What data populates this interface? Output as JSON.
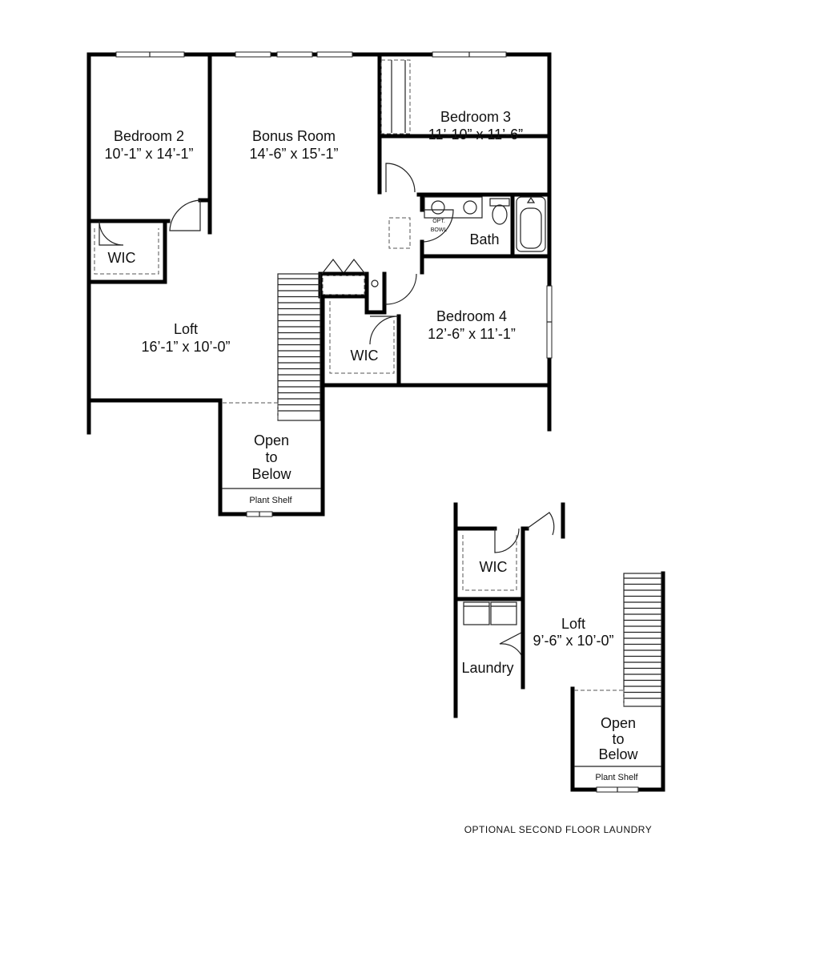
{
  "main_plan": {
    "bedroom2": {
      "name": "Bedroom 2",
      "size": "10’-1” x 14’-1”"
    },
    "bonus_room": {
      "name": "Bonus Room",
      "size": "14’-6” x 15’-1”"
    },
    "bedroom3": {
      "name": "Bedroom 3",
      "size": "11’-10” x 11’-6”"
    },
    "bath": {
      "name": "Bath",
      "fixture_note_1": "OPT.",
      "fixture_note_2": "BOWL"
    },
    "wic_left": {
      "name": "WIC"
    },
    "loft": {
      "name": "Loft",
      "size": "16’-1” x 10’-0”"
    },
    "wic_center": {
      "name": "WIC"
    },
    "bedroom4": {
      "name": "Bedroom 4",
      "size": "12’-6” x 11’-1”"
    },
    "open_to_below": {
      "line1": "Open",
      "line2": "to",
      "line3": "Below"
    },
    "plant_shelf": "Plant Shelf"
  },
  "optional_plan": {
    "wic": {
      "name": "WIC"
    },
    "loft": {
      "name": "Loft",
      "size": "9’-6” x 10’-0”"
    },
    "laundry": {
      "name": "Laundry"
    },
    "open_to_below": {
      "line1": "Open",
      "line2": "to",
      "line3": "Below"
    },
    "plant_shelf": "Plant Shelf",
    "caption": "OPTIONAL SECOND FLOOR LAUNDRY"
  }
}
